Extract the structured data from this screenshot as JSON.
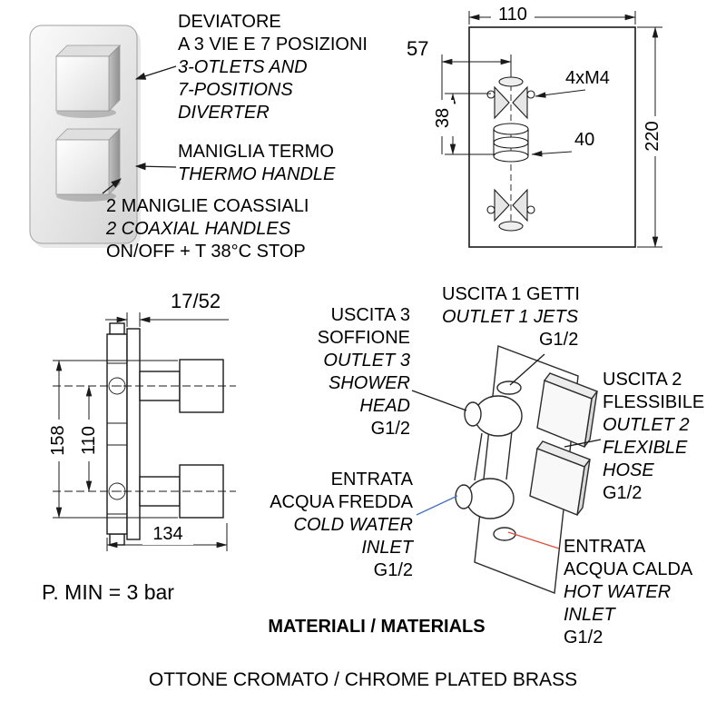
{
  "colors": {
    "cold_line": "#4472c4",
    "hot_line": "#d9503c",
    "ink": "#1a1a1a"
  },
  "callouts": {
    "diverter": [
      "DEVIATORE",
      "A 3 VIE E 7 POSIZIONI",
      "3-OTLETS AND",
      "7-POSITIONS",
      "DIVERTER"
    ],
    "thermo": [
      "MANIGLIA TERMO",
      "THERMO HANDLE"
    ],
    "coaxial": [
      "2 MANIGLIE COASSIALI",
      "2 COAXIAL HANDLES",
      "ON/OFF + T 38°C STOP"
    ]
  },
  "front_view": {
    "dim_width": "110",
    "dim_center_offset": "57",
    "dim_port_spacing": "38",
    "dim_port": "40",
    "dim_height": "220",
    "screw_note": "4xM4"
  },
  "side_view": {
    "dim_depth_range": "17/52",
    "dim_overall_height": "158",
    "dim_handle_centers": "110",
    "dim_overall_depth": "134",
    "pressure_note": "P. MIN = 3 bar"
  },
  "ports": {
    "outlet1": {
      "lines": [
        "USCITA 1 GETTI",
        "OUTLET 1 JETS"
      ],
      "size": "G1/2"
    },
    "outlet3": {
      "lines": [
        "USCITA 3",
        "SOFFIONE",
        "OUTLET 3",
        "SHOWER",
        "HEAD"
      ],
      "size": "G1/2"
    },
    "outlet2": {
      "lines": [
        "USCITA 2",
        "FLESSIBILE",
        "OUTLET 2",
        "FLEXIBLE",
        "HOSE"
      ],
      "size": "G1/2"
    },
    "cold_inlet": {
      "lines": [
        "ENTRATA",
        "ACQUA FREDDA",
        "COLD WATER",
        "INLET"
      ],
      "size": "G1/2"
    },
    "hot_inlet": {
      "lines": [
        "ENTRATA",
        "ACQUA CALDA",
        "HOT WATER",
        "INLET"
      ],
      "size": "G1/2"
    }
  },
  "materials": {
    "heading": "MATERIALI / MATERIALS",
    "value": "OTTONE CROMATO / CHROME PLATED BRASS"
  }
}
